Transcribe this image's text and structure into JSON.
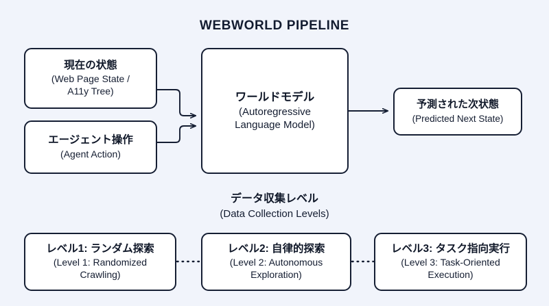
{
  "title": "WEBWORLD PIPELINE",
  "colors": {
    "background": "#f1f4fb",
    "node_border": "#151e33",
    "node_fill": "#ffffff",
    "text": "#111a2e",
    "connector": "#151e33"
  },
  "pipeline": {
    "inputs": [
      {
        "id": "current-state",
        "jp": "現在の状態",
        "en": "(Web Page State /\nA11y Tree)",
        "en_line1": "(Web Page State /",
        "en_line2": "A11y Tree)"
      },
      {
        "id": "agent-action",
        "jp": "エージェント操作",
        "en_line1": "(Agent Action)",
        "en_line2": ""
      }
    ],
    "model": {
      "id": "world-model",
      "jp": "ワールドモデル",
      "en_line1": "(Autoregressive",
      "en_line2": "Language Model)"
    },
    "output": {
      "id": "predicted-next-state",
      "jp": "予測された次状態",
      "en_line1": "(Predicted Next State)",
      "en_line2": ""
    }
  },
  "levels_section": {
    "heading_jp": "データ収集レベル",
    "heading_en": "(Data Collection Levels)",
    "levels": [
      {
        "id": "level-1",
        "jp": "レベル1: ランダム探索",
        "en_line1": "(Level 1: Randomized",
        "en_line2": "Crawling)"
      },
      {
        "id": "level-2",
        "jp": "レベル2: 自律的探索",
        "en_line1": "(Level 2: Autonomous",
        "en_line2": "Exploration)"
      },
      {
        "id": "level-3",
        "jp": "レベル3: タスク指向実行",
        "en_line1": "(Level 3: Task-Oriented",
        "en_line2": "Execution)"
      }
    ]
  },
  "connectors": {
    "state_to_model": "elbow-arrow",
    "action_to_model": "elbow-arrow",
    "model_to_output": "straight-arrow",
    "level1_to_level2": "dotted-line",
    "level2_to_level3": "dotted-line"
  }
}
